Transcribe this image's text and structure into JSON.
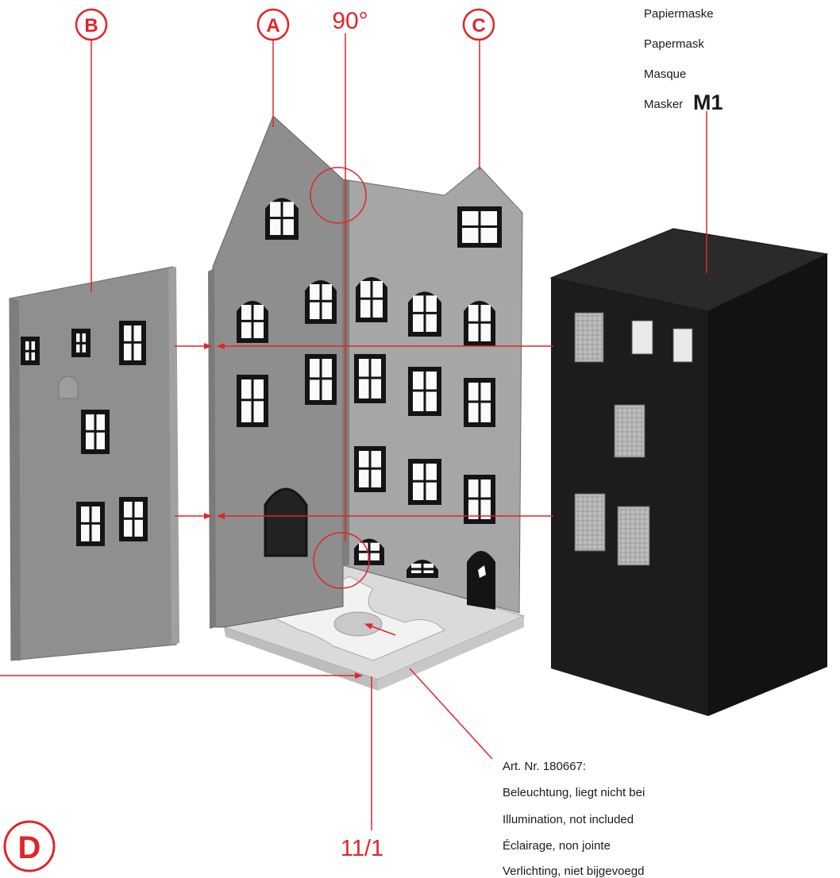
{
  "labels": {
    "a": "A",
    "b": "B",
    "c": "C",
    "d": "D",
    "angle": "90°",
    "part_number": "11/1"
  },
  "mask_note": {
    "lines": [
      "Papiermaske",
      "Papermask",
      "Masque",
      "Masker"
    ],
    "code": "M1"
  },
  "lighting_note": {
    "lines": [
      "Art. Nr. 180667:",
      "Beleuchtung, liegt nicht bei",
      "Illumination, not included",
      "Éclairage, non jointe",
      "Verlichting, niet bijgevoegd"
    ]
  },
  "colors": {
    "accent": "#e0252a",
    "wall": "#8f8f8f",
    "wall_light": "#a3a3a3",
    "wall_dark": "#7a7a7a",
    "window_frame": "#141414",
    "window_glass": "#fafafa",
    "mask": "#1e1e1e",
    "base": "#d9d9d9"
  }
}
